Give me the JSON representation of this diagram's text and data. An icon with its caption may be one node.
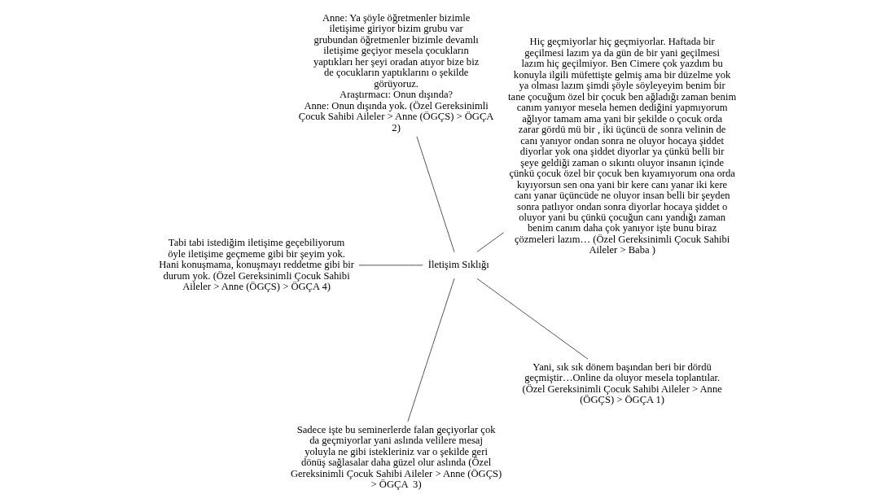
{
  "diagram": {
    "nodes": [
      {
        "text": [
          "Hiç geçmiyorlar hiç geçmiyorlar. Haftada bir geçilmesi lazım ya da gün de bir yani geçilmesi lazım hiç geçilmiyor. Ben Cimere çok yazdım bu konuyla ilgili müfettişte gelmiş ama bir düzelme yok ya olması lazım şimdi şöyle söyleyeyim benim bir tane çocuğum özel bir çocuk ben ağladığı zaman benim canım yanıyor mesela hemen dediğini yapmıyorum ağlıyor tamam ama yani bir şekilde o çocuk orda zarar gördü mü bir , iki üçüncü de sonra velinin de canı yanıyor ondan sonra ne oluyor hocaya şiddet diyorlar yok ona şiddet diyorlar ya çünkü belli bir şeye geldiği zaman o sıkıntı oluyor insanın içinde çünkü çocuk özel bir çocuk ben kıyamıyorum ona orda kıyıyorsun sen ona yani bir kere canı yanar iki kere canı yanar üçüncüde ne oluyor insan belli bir şeyden sonra patlıyor ondan sonra diyorlar hocaya şiddet o oluyor yani bu çünkü çocuğun canı yandığı zaman benim canım daha çok yanıyor işte bunu biraz çözmeleri lazım… (Özel Gereksinimli Çocuk Sahibi Aileler > Baba )"
        ]
      },
      {
        "text": [
          "Anne: Ya şöyle öğretmenler bizimle iletişime giriyor bizim grubu var grubundan öğretmenler bizimle devamlı iletişime geçiyor mesela çocukların yaptıkları her şeyi oradan atıyor bize biz de çocukların yaptıklarını o şekilde görüyoruz.",
          "Araştırmacı: Onun dışında?",
          "Anne: Onun dışında yok. (Özel Gereksinimli Çocuk Sahibi Aileler > Anne (ÖGÇS) > ÖGÇA 2)"
        ]
      },
      {
        "text": [
          "Tabi tabi istediğim iletişime geçebiliyorum öyle iletişime geçmeme gibi bir şeyim yok. Hani konuşmama, konuşmayı reddetme gibi bir durum yok. (Özel Gereksinimli Çocuk Sahibi Aileler > Anne (ÖGÇS) > ÖGÇA 4)"
        ]
      },
      {
        "text": [
          "İletişim Sıklığı"
        ]
      },
      {
        "text": [
          "Sadece işte bu seminerlerde falan geçiyorlar çok da geçmiyorlar yani aslında velilere mesaj yoluyla ne gibi istekleriniz var o şekilde geri dönüş sağlasalar daha güzel olur aslında (Özel Gereksinimli Çocuk Sahibi Aileler > Anne (ÖGÇS) > ÖGÇA  3)"
        ]
      },
      {
        "text": [
          "Yani, sık sık dönem başından beri bir dördü geçmiştir…Online da oluyor mesela toplantılar. (Özel Gereksinimli Çocuk Sahibi Aileler > Anne (ÖGÇS) > ÖGÇA 1)"
        ]
      }
    ],
    "edges": [
      {
        "from": 3,
        "to": 0,
        "arrow": "none"
      },
      {
        "from": 3,
        "to": 1,
        "arrow": "none"
      },
      {
        "from": 3,
        "to": 2,
        "arrow": "none"
      },
      {
        "from": 3,
        "to": 4,
        "arrow": "none"
      },
      {
        "from": 3,
        "to": 5,
        "arrow": "none"
      }
    ]
  }
}
